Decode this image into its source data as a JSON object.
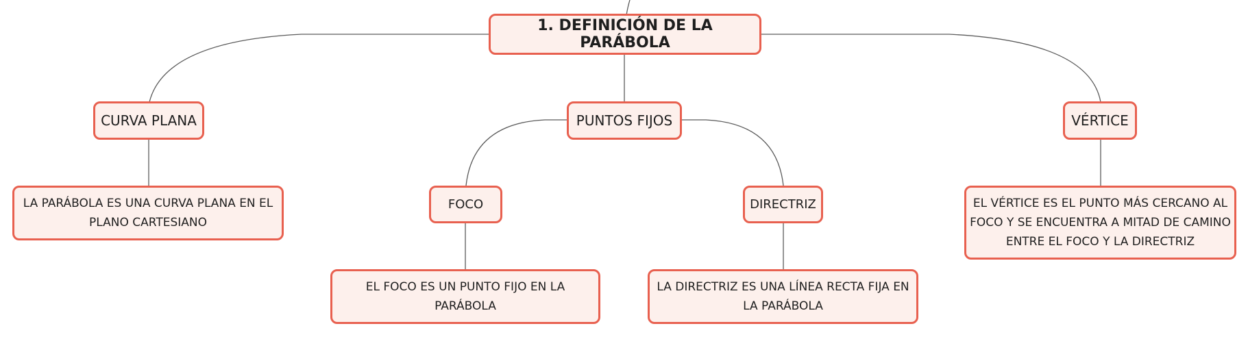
{
  "diagram": {
    "root": {
      "label": "1. DEFINICIÓN DE LA PARÁBOLA"
    },
    "nodes": {
      "curva_plana": {
        "label": "CURVA PLANA",
        "description": "LA PARÁBOLA ES UNA CURVA PLANA EN EL PLANO CARTESIANO"
      },
      "puntos_fijos": {
        "label": "PUNTOS FIJOS"
      },
      "foco": {
        "label": "FOCO",
        "description": "EL FOCO ES UN PUNTO FIJO EN LA PARÁBOLA"
      },
      "directriz": {
        "label": "DIRECTRIZ",
        "description": "LA DIRECTRIZ ES UNA LÍNEA RECTA FIJA EN LA PARÁBOLA"
      },
      "vertice": {
        "label": "VÉRTICE",
        "description": "EL VÉRTICE ES EL PUNTO MÁS CERCANO AL FOCO Y SE ENCUENTRA A MITAD DE CAMINO ENTRE EL FOCO Y LA DIRECTRIZ"
      }
    },
    "colors": {
      "node_border": "#e8604f",
      "node_fill": "#fdf0ec",
      "connector": "#5a5a5a",
      "text": "#1e1e1e"
    }
  }
}
